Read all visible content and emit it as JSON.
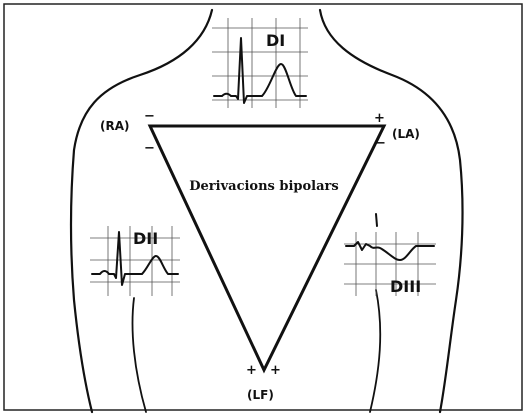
{
  "leads": {
    "d1": "DI",
    "d2": "DII",
    "d3": "DIII"
  },
  "electrodes": {
    "ra": "(RA)",
    "la": "(LA)",
    "lf": "(LF)"
  },
  "polarity": {
    "plus": "+",
    "minus": "−"
  },
  "triangle_title": "Derivacions bipolars",
  "colors": {
    "ink": "#111111",
    "grid": "#555555",
    "background": "#ffffff"
  }
}
